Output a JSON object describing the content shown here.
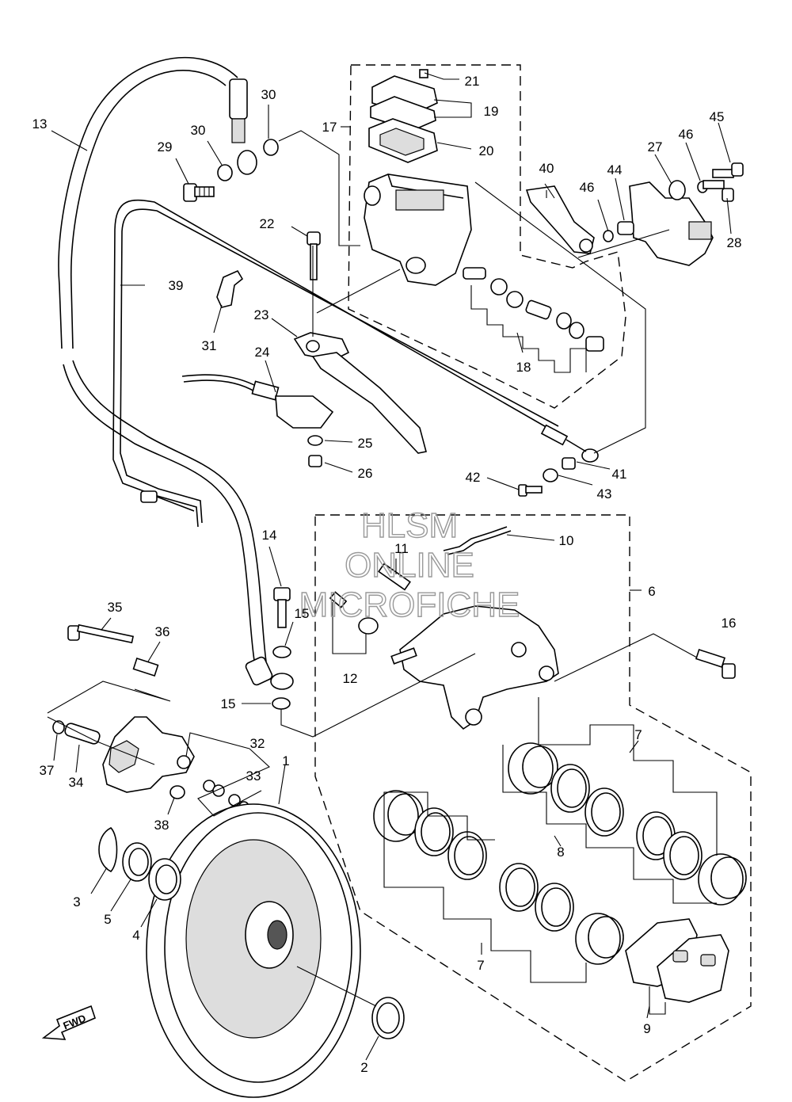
{
  "watermark": {
    "line1": "HLSM",
    "line2": "ONLINE",
    "line3": "MICROFICHE"
  },
  "direction_label": "FWD",
  "callouts": [
    {
      "id": "c1",
      "text": "1"
    },
    {
      "id": "c2",
      "text": "2"
    },
    {
      "id": "c3",
      "text": "3"
    },
    {
      "id": "c4",
      "text": "4"
    },
    {
      "id": "c5",
      "text": "5"
    },
    {
      "id": "c6",
      "text": "6"
    },
    {
      "id": "c7a",
      "text": "7"
    },
    {
      "id": "c7b",
      "text": "7"
    },
    {
      "id": "c8",
      "text": "8"
    },
    {
      "id": "c9",
      "text": "9"
    },
    {
      "id": "c10",
      "text": "10"
    },
    {
      "id": "c11",
      "text": "11"
    },
    {
      "id": "c12",
      "text": "12"
    },
    {
      "id": "c13",
      "text": "13"
    },
    {
      "id": "c14",
      "text": "14"
    },
    {
      "id": "c15a",
      "text": "15"
    },
    {
      "id": "c15b",
      "text": "15"
    },
    {
      "id": "c16",
      "text": "16"
    },
    {
      "id": "c17",
      "text": "17"
    },
    {
      "id": "c18",
      "text": "18"
    },
    {
      "id": "c19",
      "text": "19"
    },
    {
      "id": "c20",
      "text": "20"
    },
    {
      "id": "c21",
      "text": "21"
    },
    {
      "id": "c22",
      "text": "22"
    },
    {
      "id": "c23",
      "text": "23"
    },
    {
      "id": "c24",
      "text": "24"
    },
    {
      "id": "c25",
      "text": "25"
    },
    {
      "id": "c26",
      "text": "26"
    },
    {
      "id": "c27",
      "text": "27"
    },
    {
      "id": "c28",
      "text": "28"
    },
    {
      "id": "c29",
      "text": "29"
    },
    {
      "id": "c30a",
      "text": "30"
    },
    {
      "id": "c30b",
      "text": "30"
    },
    {
      "id": "c31",
      "text": "31"
    },
    {
      "id": "c32",
      "text": "32"
    },
    {
      "id": "c33",
      "text": "33"
    },
    {
      "id": "c34",
      "text": "34"
    },
    {
      "id": "c35",
      "text": "35"
    },
    {
      "id": "c36",
      "text": "36"
    },
    {
      "id": "c37",
      "text": "37"
    },
    {
      "id": "c38",
      "text": "38"
    },
    {
      "id": "c39",
      "text": "39"
    },
    {
      "id": "c40",
      "text": "40"
    },
    {
      "id": "c41",
      "text": "41"
    },
    {
      "id": "c42",
      "text": "42"
    },
    {
      "id": "c43",
      "text": "43"
    },
    {
      "id": "c44",
      "text": "44"
    },
    {
      "id": "c45",
      "text": "45"
    },
    {
      "id": "c46a",
      "text": "46"
    },
    {
      "id": "c46b",
      "text": "46"
    }
  ]
}
